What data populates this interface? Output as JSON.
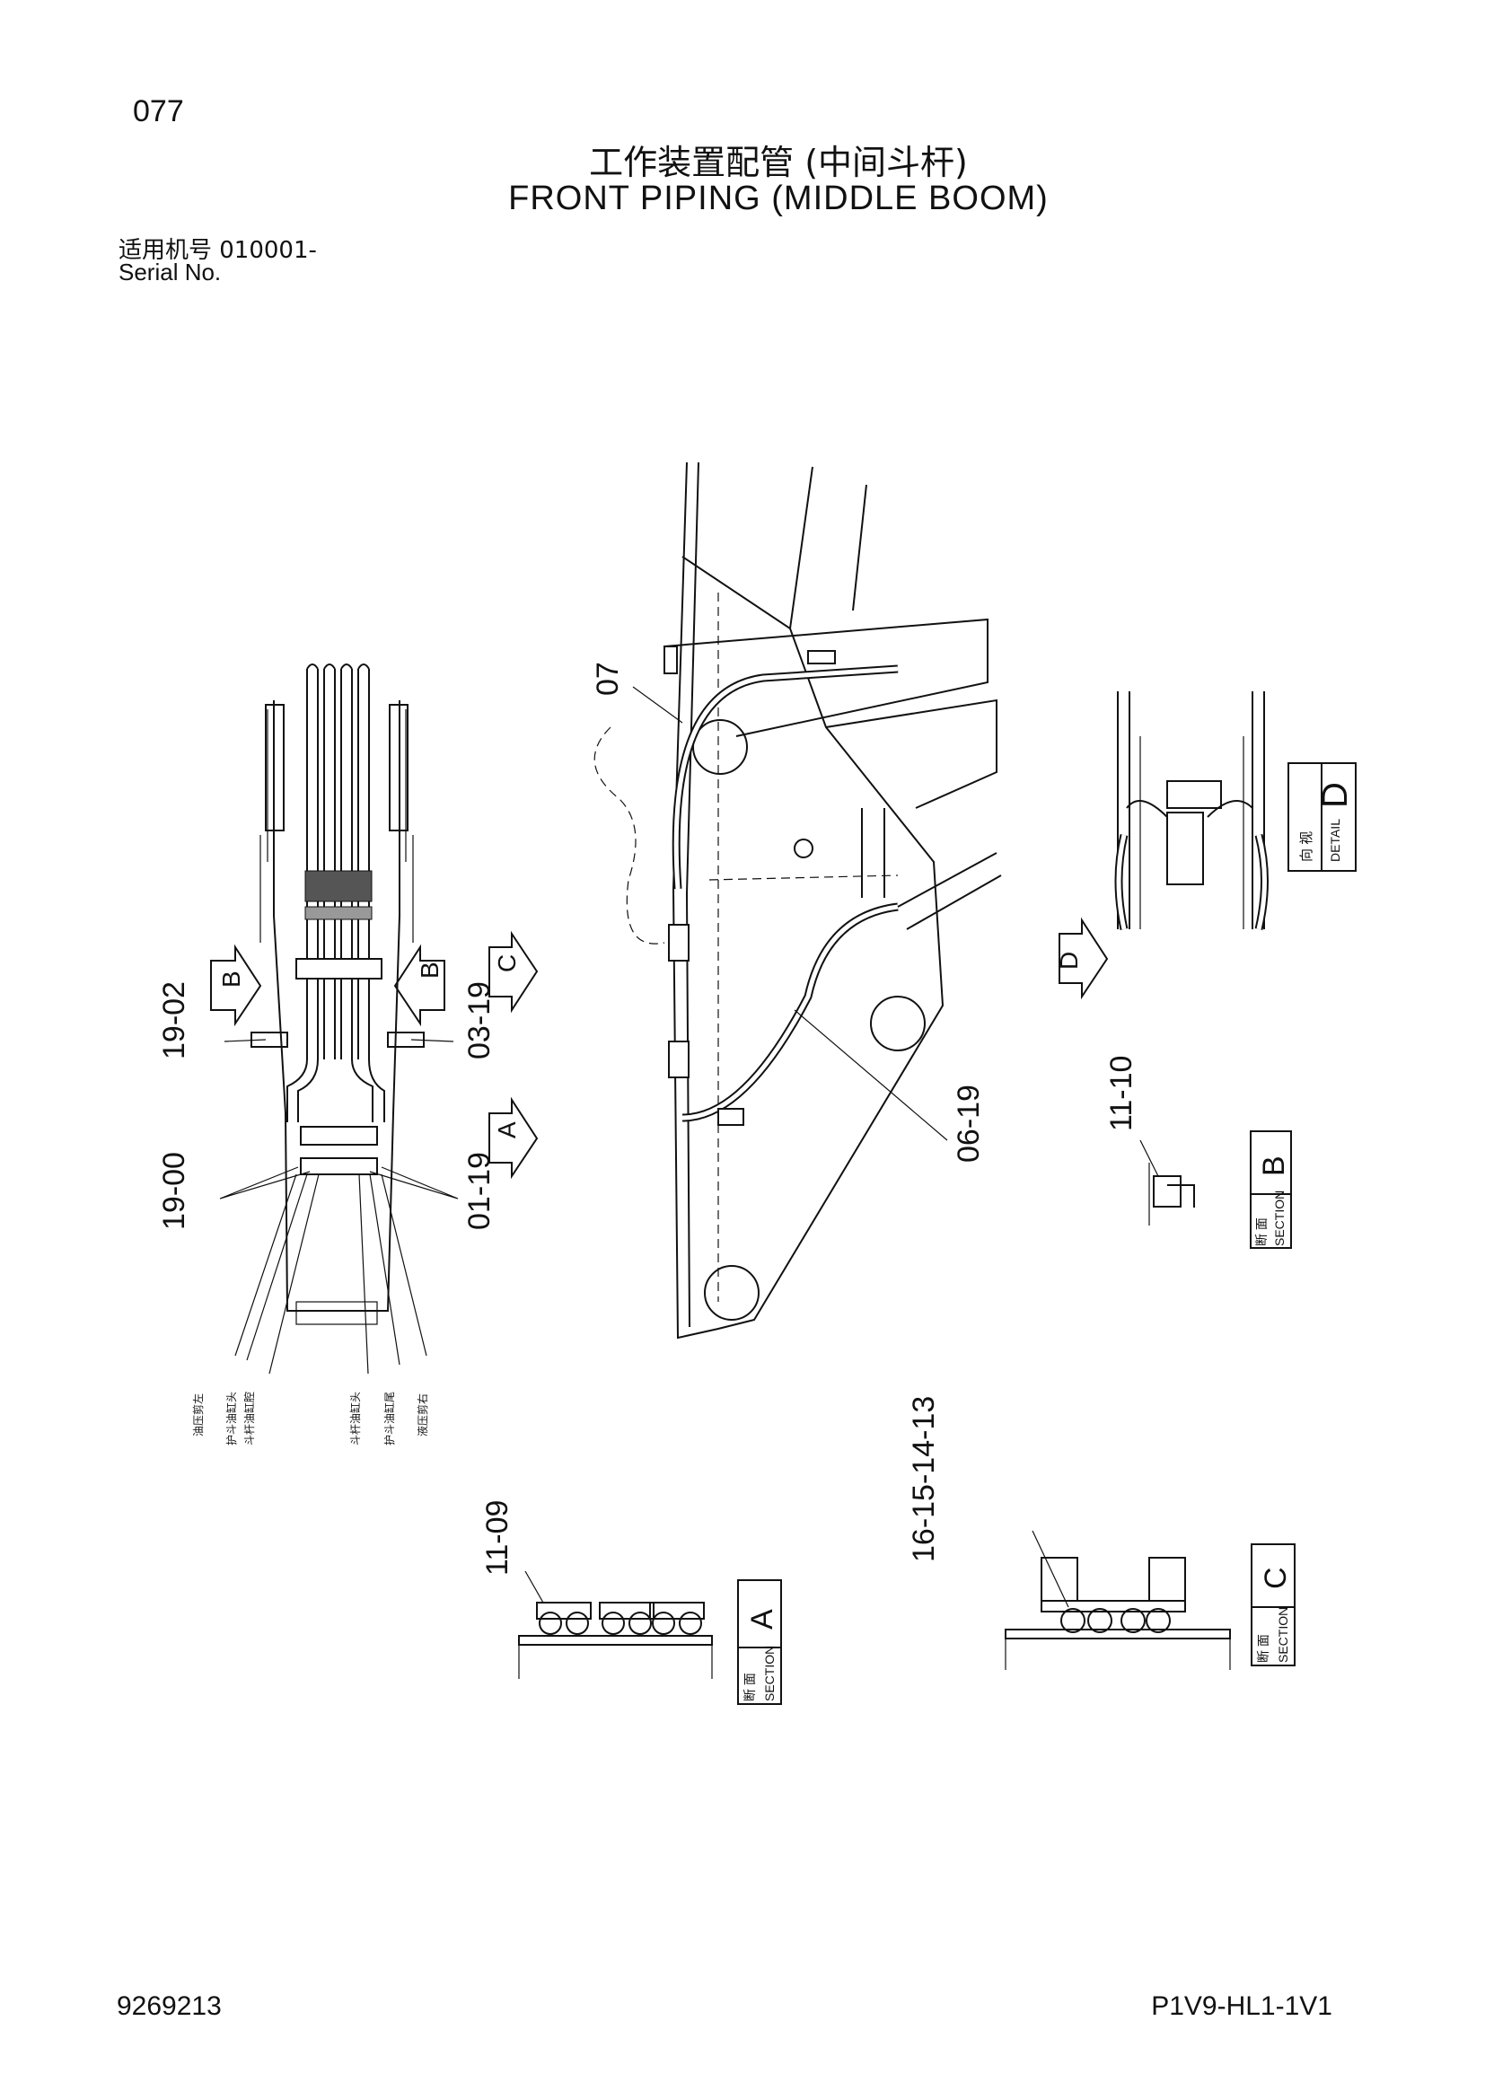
{
  "header": {
    "page_number": "077",
    "title_cn": "工作装置配管 (中间斗杆)",
    "title_en": "FRONT PIPING (MIDDLE BOOM)",
    "serial_cn": "适用机号 010001-",
    "serial_en": "Serial No."
  },
  "footer": {
    "doc_number": "9269213",
    "model_code": "P1V9-HL1-1V1"
  },
  "callouts": {
    "c19_02": "19-02",
    "c03_19": "03-19",
    "c19_00": "19-00",
    "c01_19": "01-19",
    "c07": "07",
    "c06_19": "06-19",
    "c11_10": "11-10",
    "c11_09": "11-09",
    "c16_13": "16-15-14-13"
  },
  "view_markers": {
    "a": "A",
    "b": "B",
    "c": "C",
    "d": "D"
  },
  "section_boxes": {
    "section_label_cn": "断 面",
    "section_label_en": "SECTION",
    "detail_label_cn": "向 视",
    "detail_label_en": "DETAIL",
    "a": "A",
    "b": "B",
    "c": "C",
    "d": "D"
  },
  "hose_labels": [
    "油压剪左",
    "护斗油缸头",
    "斗杆油缸腔",
    "斗杆油缸头",
    "护斗油缸尾",
    "液压剪右"
  ]
}
